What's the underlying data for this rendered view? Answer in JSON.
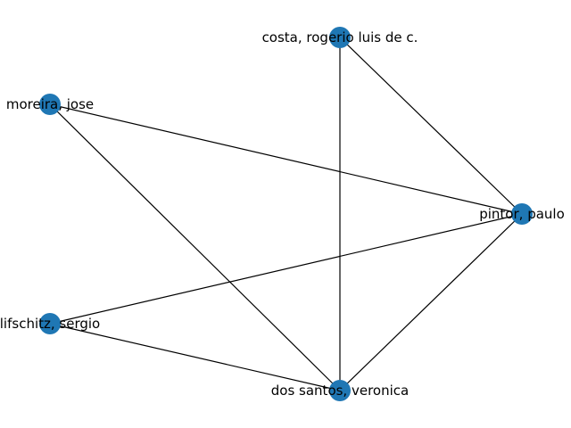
{
  "graph": {
    "node_color": "#1f77b4",
    "edge_color": "#000000",
    "nodes": [
      {
        "id": "costa",
        "label": "costa, rogerio luis de c."
      },
      {
        "id": "moreira",
        "label": "moreira, jose"
      },
      {
        "id": "pintor",
        "label": "pintor, paulo"
      },
      {
        "id": "lifschitz",
        "label": "lifschitz, sergio"
      },
      {
        "id": "dos_santos",
        "label": "dos santos, veronica"
      }
    ],
    "edges": [
      {
        "source": "costa",
        "target": "pintor"
      },
      {
        "source": "costa",
        "target": "dos_santos"
      },
      {
        "source": "moreira",
        "target": "pintor"
      },
      {
        "source": "moreira",
        "target": "dos_santos"
      },
      {
        "source": "pintor",
        "target": "lifschitz"
      },
      {
        "source": "pintor",
        "target": "dos_santos"
      },
      {
        "source": "lifschitz",
        "target": "dos_santos"
      }
    ]
  }
}
